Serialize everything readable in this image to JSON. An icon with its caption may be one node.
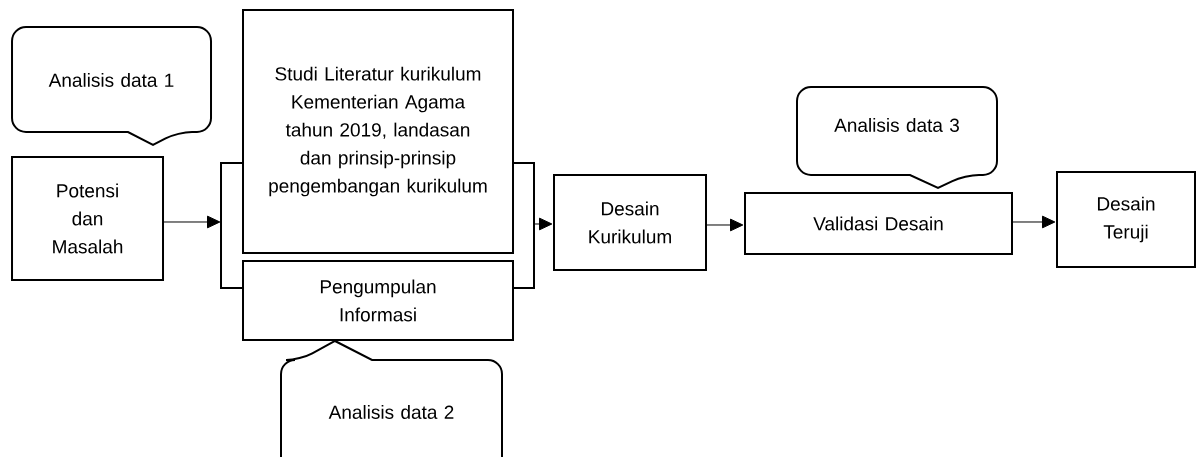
{
  "diagram": {
    "nodes": [
      {
        "text": [
          "Analisis data 1"
        ]
      },
      {
        "text": [
          "Potensi dan Masalah"
        ]
      },
      {
        "text": [],
        "shape": "bracket"
      },
      {
        "text": [
          "Studi Literatur kurikulum Kementerian Agama tahun 2019, landasan dan prinsip-prinsip pengembangan kurikulum"
        ]
      },
      {
        "text": [
          "Pengumpulan Informasi"
        ]
      },
      {
        "text": [
          "Analisis data 2"
        ]
      },
      {
        "text": [],
        "shape": "bracket"
      },
      {
        "text": [
          "Desain Kurikulum"
        ]
      },
      {
        "text": [
          "Analisis data 3"
        ]
      },
      {
        "text": [
          "Validasi Desain"
        ]
      },
      {
        "text": [
          "Desain Teruji"
        ]
      }
    ],
    "edges": [
      {
        "from": 1,
        "to": 2,
        "arrow": "to"
      },
      {
        "from": 6,
        "to": 7,
        "arrow": "to"
      },
      {
        "from": 7,
        "to": 9,
        "arrow": "to"
      },
      {
        "from": 9,
        "to": 10,
        "arrow": "to"
      }
    ]
  }
}
